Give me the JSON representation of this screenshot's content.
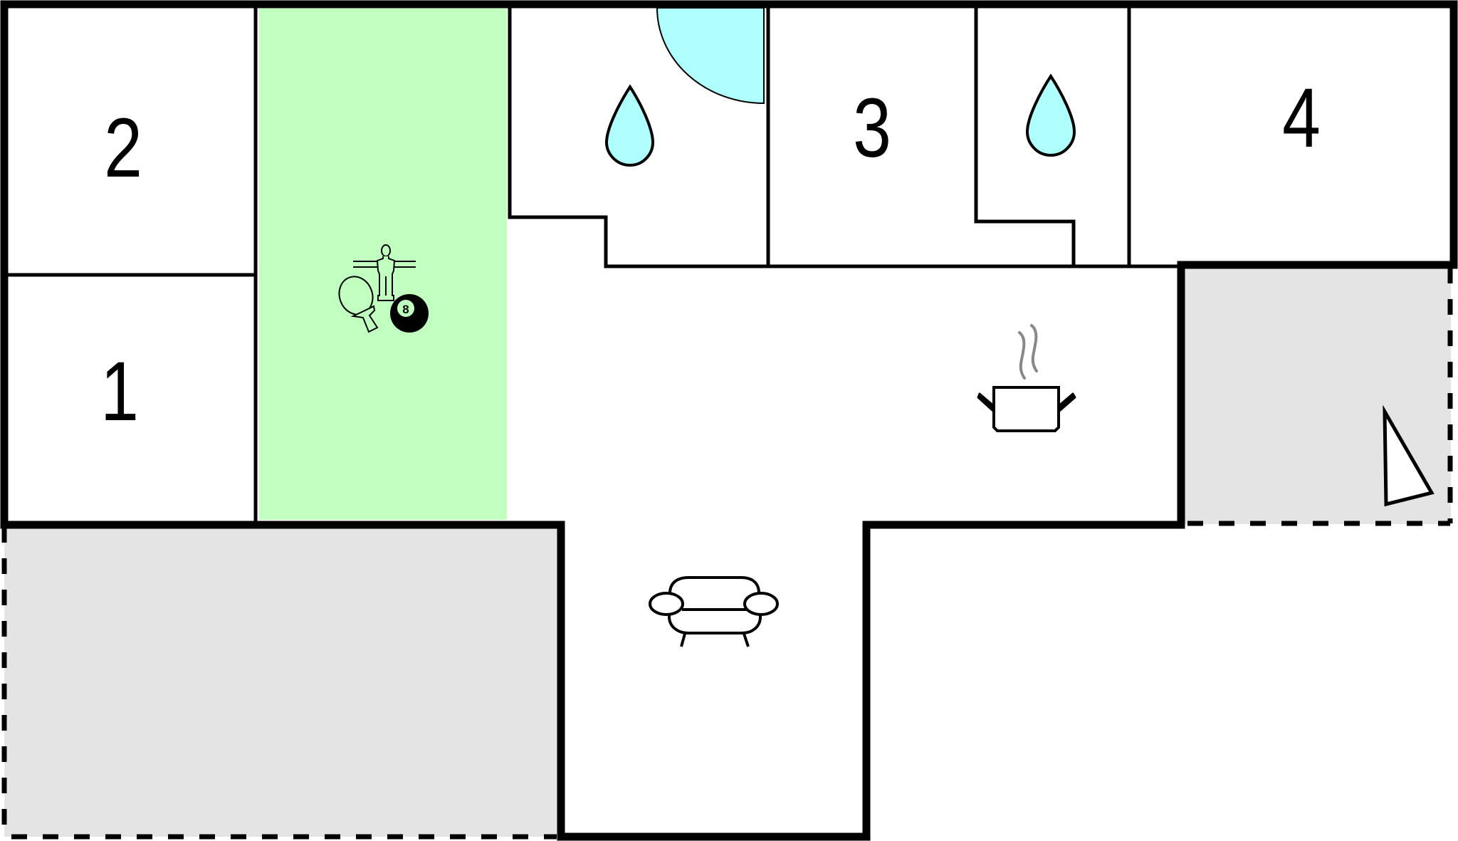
{
  "floorplan": {
    "colors": {
      "wall": "#000000",
      "floor": "#ffffff",
      "game_room": "#c0ffc0",
      "water": "#b0ffff",
      "terrace": "#e4e4e4",
      "steam": "#888888"
    },
    "rooms": [
      {
        "id": "bedroom-2",
        "label": "2"
      },
      {
        "id": "bedroom-1",
        "label": "1"
      },
      {
        "id": "bedroom-3",
        "label": "3"
      },
      {
        "id": "bedroom-4",
        "label": "4"
      }
    ],
    "game_room": {
      "icons": [
        "table-football-icon",
        "table-tennis-icon",
        "billiard-ball-icon"
      ],
      "billiard_number": "8"
    },
    "bathrooms": [
      {
        "id": "bathroom-1",
        "icon": "water-drop-icon",
        "has_shower": true
      },
      {
        "id": "bathroom-2",
        "icon": "water-drop-icon",
        "has_shower": false
      }
    ],
    "kitchen": {
      "icon": "cooking-pot-icon"
    },
    "living_room": {
      "icon": "sofa-icon"
    },
    "terraces": [
      {
        "id": "terrace-left"
      },
      {
        "id": "terrace-right",
        "icon": "north-arrow-icon"
      }
    ]
  }
}
